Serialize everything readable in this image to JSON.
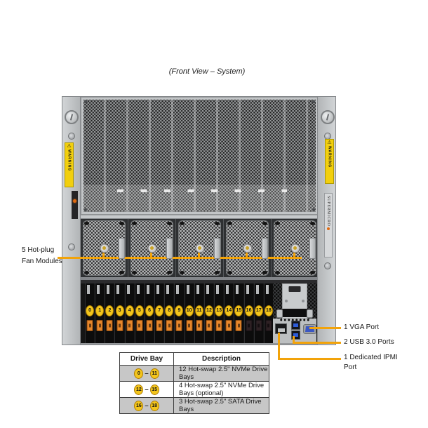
{
  "title": "(Front View – System)",
  "callouts": {
    "fan_modules": "5 Hot-plug\nFan Modules",
    "vga": "1 VGA Port",
    "usb": "2 USB 3.0 Ports",
    "ipmi": "1 Dedicated IPMI Port"
  },
  "branding": {
    "logo": "SUPERMICRO",
    "warning": "WARNING",
    "warning_symbol": "⚠"
  },
  "chassis": {
    "fan_count": 5
  },
  "drive_bays": {
    "numbers": [
      "0",
      "1",
      "2",
      "3",
      "4",
      "5",
      "6",
      "7",
      "8",
      "9",
      "10",
      "11",
      "12",
      "13",
      "14",
      "15",
      "16",
      "17",
      "18"
    ],
    "orange_latch_count": 16
  },
  "table": {
    "headers": [
      "Drive Bay",
      "Description"
    ],
    "range_separator": "–",
    "rows": [
      {
        "from": "0",
        "to": "11",
        "description": "12 Hot-swap 2.5\" NVMe Drive Bays"
      },
      {
        "from": "12",
        "to": "15",
        "description": "4 Hot-swap 2.5\" NVMe Drive Bays (optional)"
      },
      {
        "from": "16",
        "to": "18",
        "description": "3 Hot-swap 2.5\" SATA Drive Bays"
      }
    ]
  },
  "colors": {
    "callout_line": "#F2A30A",
    "bay_label_yellow": "#F3C51C",
    "latch_orange": "#E8872B",
    "warning_yellow": "#F2CF0E",
    "usb_blue": "#2E5CD8",
    "vga_blue": "#3A57C4"
  }
}
